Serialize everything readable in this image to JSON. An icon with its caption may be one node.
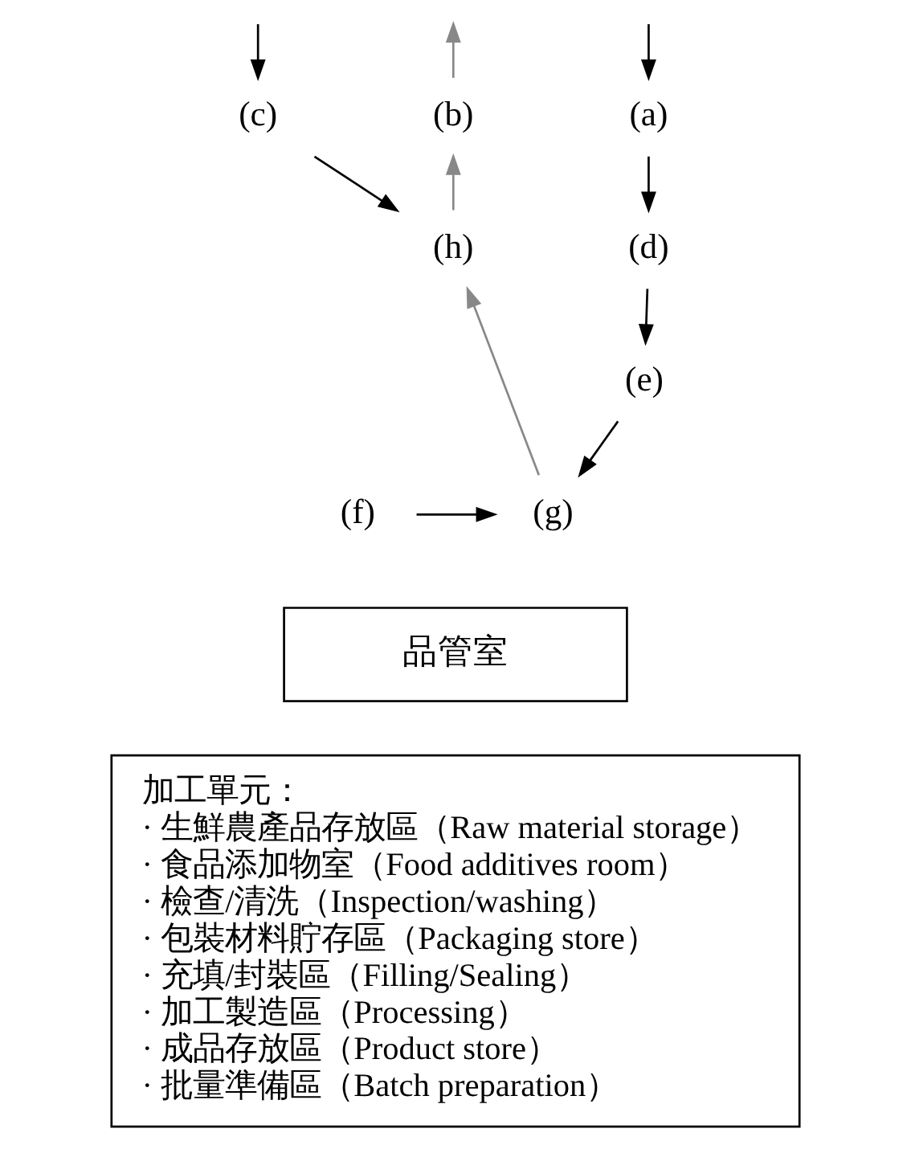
{
  "diagram": {
    "nodes": [
      {
        "text": [
          "(a)"
        ]
      },
      {
        "text": [
          "(b)"
        ]
      },
      {
        "text": [
          "(c)"
        ]
      },
      {
        "text": [
          "(d)"
        ]
      },
      {
        "text": [
          "(e)"
        ]
      },
      {
        "text": [
          "(f)"
        ]
      },
      {
        "text": [
          "(g)"
        ]
      },
      {
        "text": [
          "(h)"
        ]
      },
      {
        "text": [
          "品管室"
        ]
      },
      {
        "text": [
          "加工單元：",
          "· 生鮮農產品存放區（Raw material storage）",
          "· 食品添加物室（Food additives room）",
          "· 檢查/清洗（Inspection/washing）",
          "· 包裝材料貯存區（Packaging store）",
          "· 充填/封裝區（Filling/Sealing）",
          "· 加工製造區（Processing）",
          "· 成品存放區（Product store）",
          "· 批量準備區（Batch preparation）"
        ]
      }
    ],
    "edges": [
      {
        "from": null,
        "to": 0,
        "arrow": "to"
      },
      {
        "from": 0,
        "to": 3,
        "arrow": "to"
      },
      {
        "from": 3,
        "to": 4,
        "arrow": "to"
      },
      {
        "from": 4,
        "to": 6,
        "arrow": "to"
      },
      {
        "from": 5,
        "to": 6,
        "arrow": "to"
      },
      {
        "from": 6,
        "to": 7,
        "arrow": "to",
        "color": "#888888"
      },
      {
        "from": 7,
        "to": 1,
        "arrow": "to",
        "color": "#888888"
      },
      {
        "from": 1,
        "to": null,
        "arrow": "to",
        "color": "#888888"
      },
      {
        "from": null,
        "to": 2,
        "arrow": "to"
      },
      {
        "from": 2,
        "to": 7,
        "arrow": "to"
      }
    ]
  }
}
